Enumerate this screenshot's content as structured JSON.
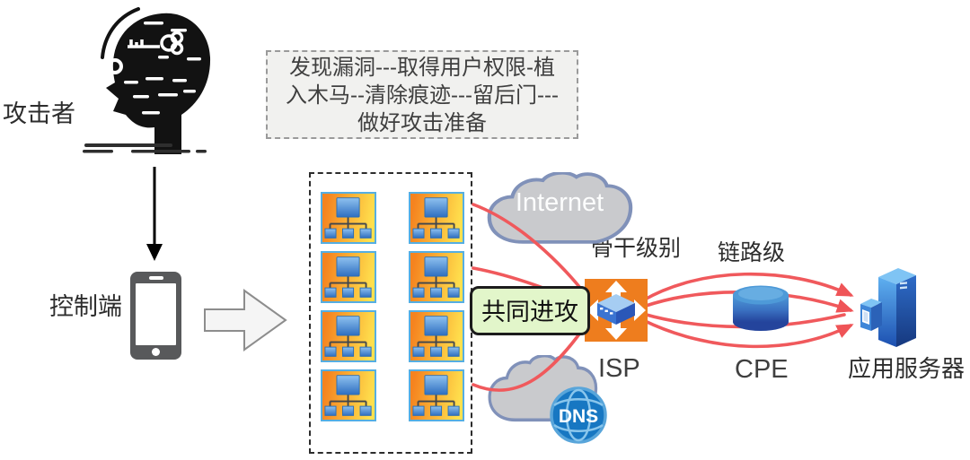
{
  "diagram_title": "DDoS attack flow diagram",
  "labels": {
    "attacker": "攻击者",
    "controller": "控制端",
    "joint_attack": "共同进攻",
    "internet": "Internet",
    "backbone_level": "骨干级别",
    "link_level": "链路级",
    "isp": "ISP",
    "cpe": "CPE",
    "app_server": "应用服务器",
    "dns": "DNS"
  },
  "plan_box": {
    "full_text": "发现漏洞---取得用户权限-植入木马--清除痕迹---留后门---做好攻击准备",
    "lines": [
      "发现漏洞---取得用户权限-植",
      "入木马--清除痕迹---留后门---",
      "做好攻击准备"
    ]
  },
  "botnet": {
    "node_count": 8,
    "rows": 4,
    "cols": 2
  },
  "colors": {
    "attack_line": "#f0595c",
    "router_orange": "#ee7d1e",
    "node_gradient_start": "#f5831f",
    "node_gradient_end": "#ffe14e",
    "node_border": "#55aee2",
    "cloud_fill": "#c9cacd",
    "cloud_border": "#8091b9",
    "joint_attack_bg": "#e2f6ca",
    "globe_blue": "#1777c2",
    "plan_box_bg": "#f1f1ef",
    "server_blue": "#2e6cc8",
    "phone_gray": "#58595b"
  }
}
